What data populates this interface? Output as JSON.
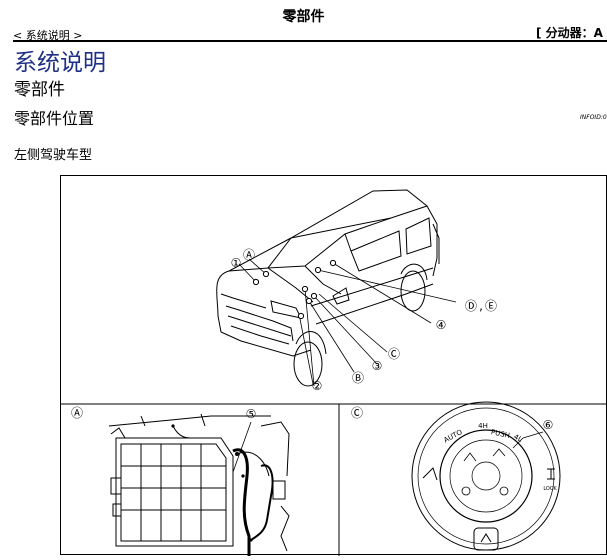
{
  "header": {
    "title": "零部件",
    "breadcrumb": "< 系统说明 >",
    "section_code": "[ 分动器：A"
  },
  "main": {
    "section_title": "系统说明",
    "heading_components": "零部件",
    "heading_location": "零部件位置",
    "info_id": "INFOID:0",
    "subheading_lhd": "左侧驾驶车型"
  },
  "figure": {
    "callouts": [
      "①",
      "②",
      "③",
      "④",
      "⑤",
      "⑥"
    ],
    "views": [
      "Ⓐ",
      "Ⓑ",
      "Ⓒ",
      "Ⓓ",
      "Ⓔ"
    ],
    "de_separator": ",",
    "switch": {
      "auto": "AUTO",
      "h4": "4H",
      "push": "PUSH",
      "l4": "4L",
      "lock": "LOCK"
    }
  }
}
